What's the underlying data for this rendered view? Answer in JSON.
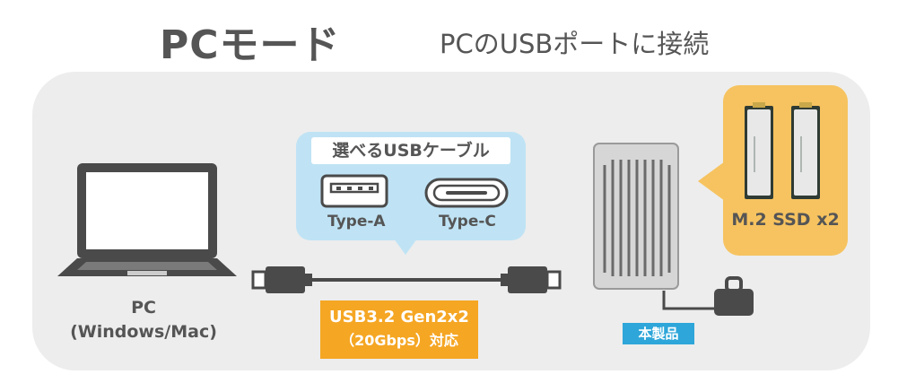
{
  "header": {
    "title": "PCモード",
    "subtitle": "PCのUSBポートに接続"
  },
  "pc": {
    "label_line1": "PC",
    "label_line2": "(Windows/Mac)"
  },
  "cable_bubble": {
    "title": "選べるUSBケーブル",
    "type_a": "Type-A",
    "type_c": "Type-C",
    "color": "#bfe3f5"
  },
  "usb_badge": {
    "line1": "USB3.2 Gen2x2",
    "line2": "（20Gbps）対応",
    "color": "#f5a623"
  },
  "product": {
    "label": "本製品",
    "color": "#2ea6d9"
  },
  "ssd": {
    "label": "M.2 SSD x2",
    "color": "#f6c360"
  }
}
